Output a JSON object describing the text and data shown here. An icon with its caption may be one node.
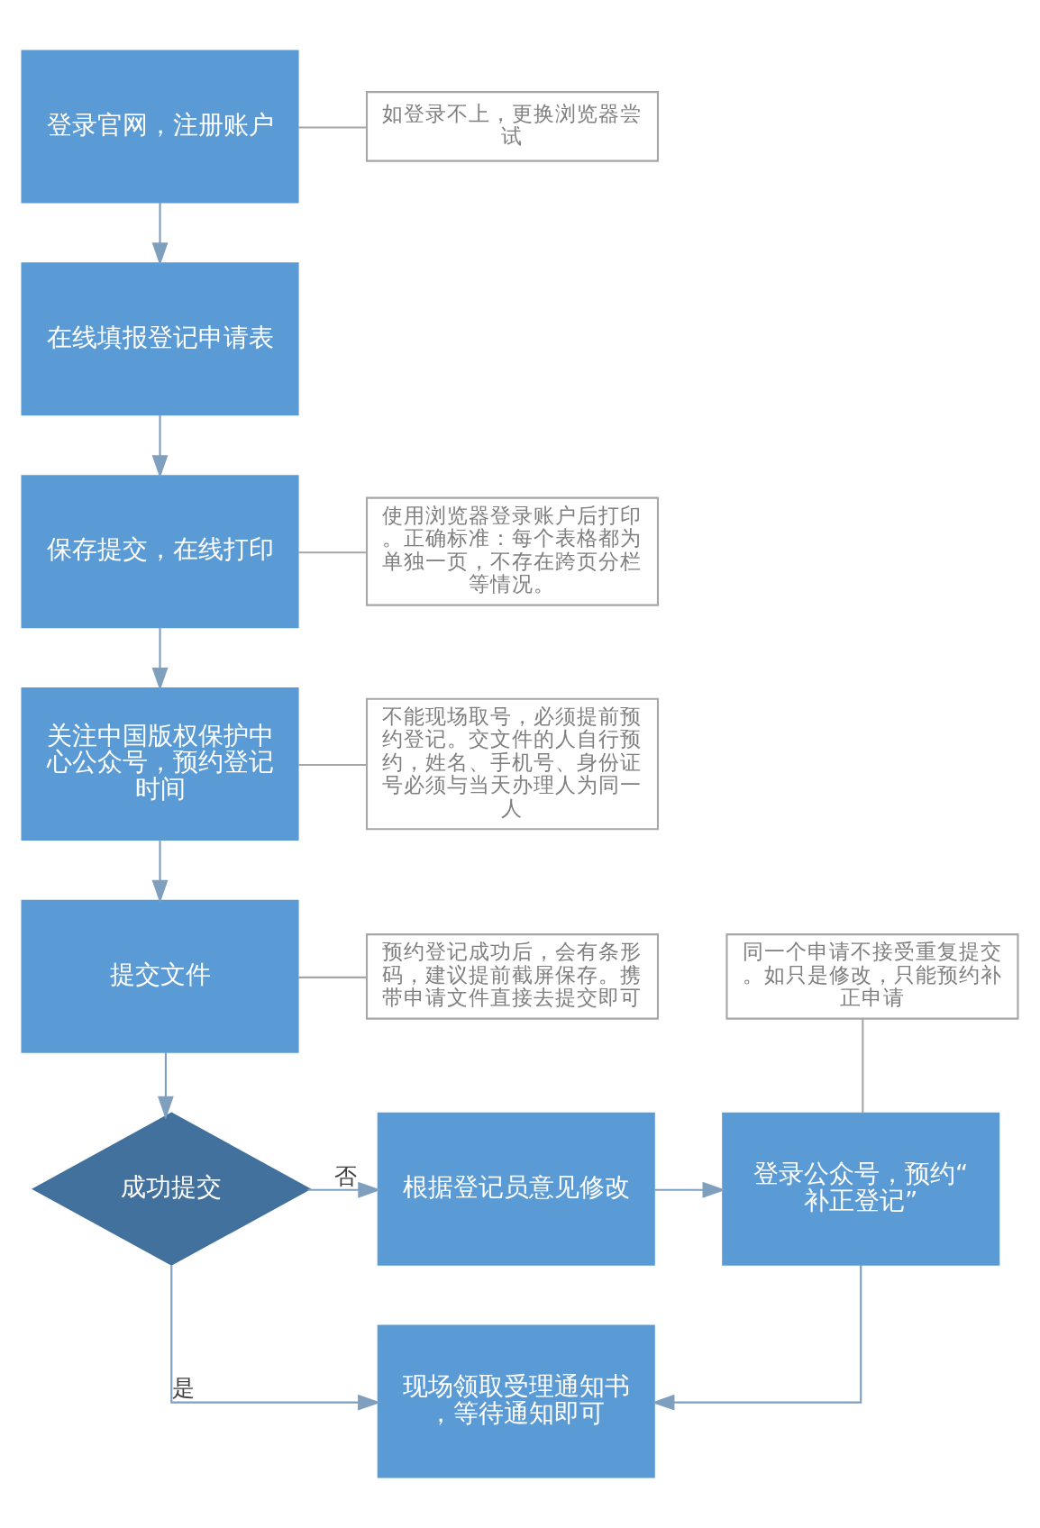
{
  "diagram": {
    "nodes": [
      {
        "text": [
          "登录官网，注册账户"
        ]
      },
      {
        "text": [
          "如登录不上，更换浏览器尝试"
        ]
      },
      {
        "text": [
          "在线填报登记申请表"
        ]
      },
      {
        "text": [
          "保存提交，在线打印"
        ]
      },
      {
        "text": [
          "使用浏览器登录账户后打印。正确标准：每个表格都为单独一页，不存在跨页分栏等情况。"
        ]
      },
      {
        "text": [
          "关注中国版权保护中心公众号，预约登记时间"
        ]
      },
      {
        "text": [
          "不能现场取号，必须提前预约登记。交文件的人自行预约，姓名、手机号、身份证号必须与当天办理人为同一人"
        ]
      },
      {
        "text": [
          "提交文件"
        ]
      },
      {
        "text": [
          "预约登记成功后，会有条形码，建议提前截屏保存。携带申请文件直接去提交即可"
        ]
      },
      {
        "text": [
          "成功提交"
        ]
      },
      {
        "text": [
          "根据登记员意见修改"
        ]
      },
      {
        "text": [
          "同一个申请不接受重复提交。如只是修改，只能预约补正申请"
        ]
      },
      {
        "text": [
          "登录公众号，预约“补正登记”"
        ]
      },
      {
        "text": [
          "现场领取受理通知书，等待通知即可"
        ]
      }
    ],
    "edges": [
      {
        "from": 0,
        "to": 2,
        "arrow": "to"
      },
      {
        "from": 2,
        "to": 3,
        "arrow": "to"
      },
      {
        "from": 3,
        "to": 5,
        "arrow": "to"
      },
      {
        "from": 5,
        "to": 7,
        "arrow": "to"
      },
      {
        "from": 7,
        "to": 9,
        "arrow": "to"
      },
      {
        "from": 9,
        "to": 10,
        "label": "否",
        "arrow": "to"
      },
      {
        "from": 10,
        "to": 12,
        "arrow": "to"
      },
      {
        "from": 12,
        "to": 13,
        "arrow": "to"
      },
      {
        "from": 9,
        "to": 13,
        "label": "是",
        "arrow": "to"
      },
      {
        "from": 0,
        "to": 1,
        "arrow": "none"
      },
      {
        "from": 3,
        "to": 4,
        "arrow": "none"
      },
      {
        "from": 5,
        "to": 6,
        "arrow": "none"
      },
      {
        "from": 7,
        "to": 8,
        "arrow": "none"
      },
      {
        "from": 12,
        "to": 11,
        "arrow": "none"
      }
    ]
  }
}
